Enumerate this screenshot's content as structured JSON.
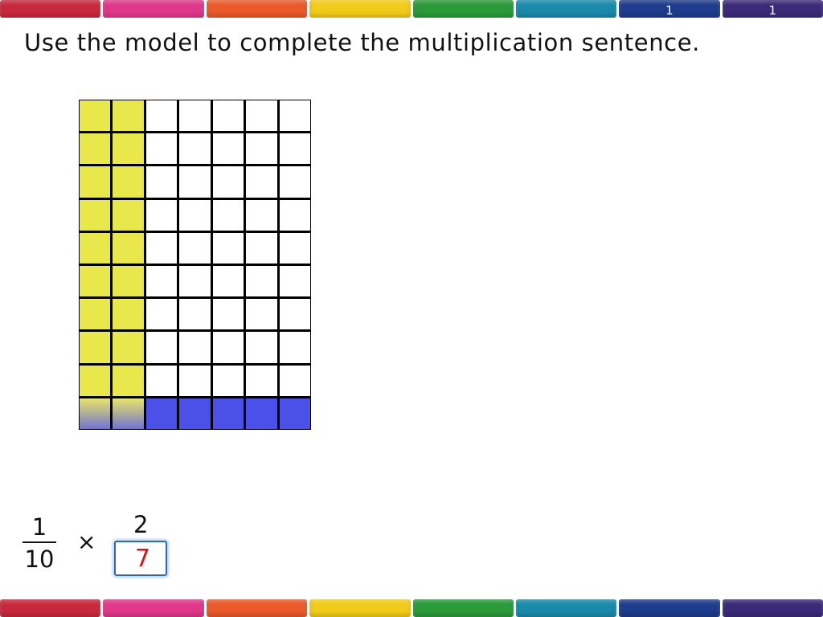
{
  "tabs": {
    "colors": [
      "#c8283c",
      "#e0388a",
      "#ea5a2a",
      "#f2cc1a",
      "#2a9a3a",
      "#1a8aaa",
      "#1e3c8c",
      "#3a2a78"
    ],
    "top_numbers": [
      "",
      "",
      "",
      "",
      "",
      "",
      "1",
      "1"
    ]
  },
  "prompt": "Use the model to complete the multiplication sentence.",
  "model": {
    "rows": 10,
    "columns": 7,
    "shaded_columns_yellow": 2,
    "shaded_rows_blue": 1,
    "colors": {
      "yellow": "#e8e84c",
      "blue": "#4a50e8"
    }
  },
  "equation": {
    "left_numerator": "1",
    "left_denominator": "10",
    "operator": "×",
    "right_numerator": "2",
    "answer_value": "7"
  }
}
